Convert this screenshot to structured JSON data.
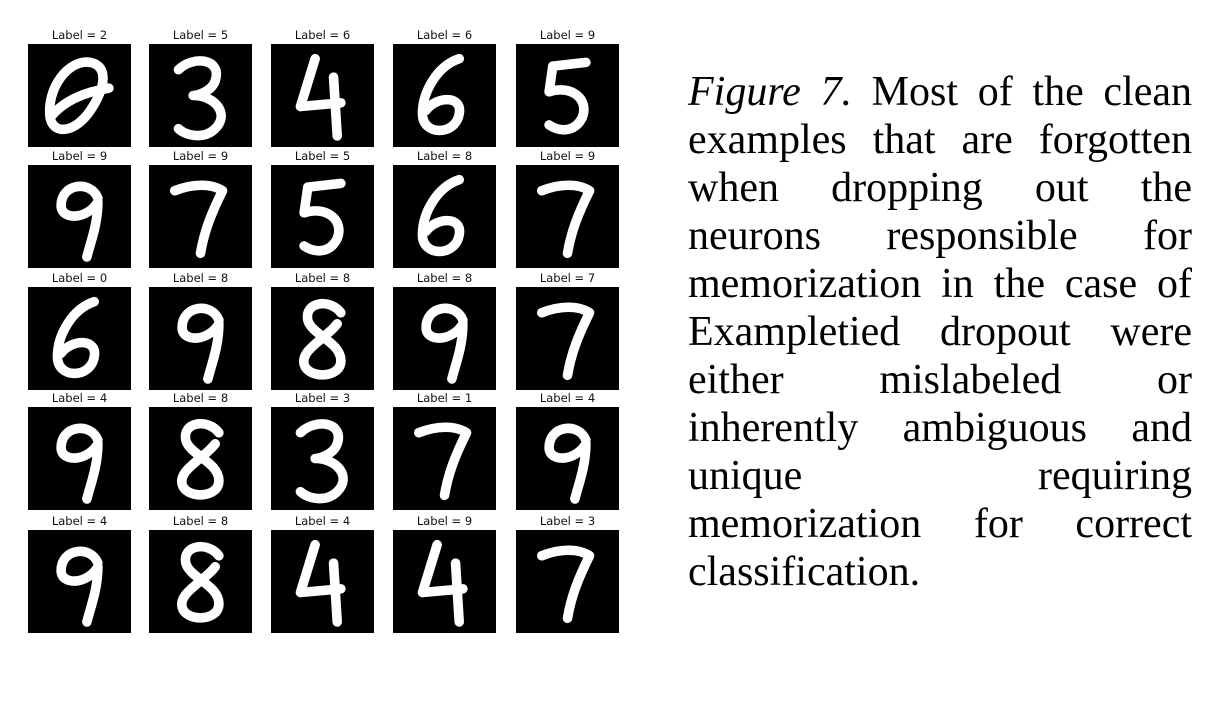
{
  "figure": {
    "panels": [
      {
        "label": "Label = 2",
        "icon": "handwritten-digit-0"
      },
      {
        "label": "Label = 5",
        "icon": "handwritten-digit-3"
      },
      {
        "label": "Label = 6",
        "icon": "handwritten-digit-4"
      },
      {
        "label": "Label = 6",
        "icon": "handwritten-digit-6"
      },
      {
        "label": "Label = 9",
        "icon": "handwritten-digit-5"
      },
      {
        "label": "Label = 9",
        "icon": "handwritten-digit-9"
      },
      {
        "label": "Label = 9",
        "icon": "handwritten-digit-7"
      },
      {
        "label": "Label = 5",
        "icon": "handwritten-digit-5"
      },
      {
        "label": "Label = 8",
        "icon": "handwritten-digit-6"
      },
      {
        "label": "Label = 9",
        "icon": "handwritten-digit-7"
      },
      {
        "label": "Label = 0",
        "icon": "handwritten-digit-6"
      },
      {
        "label": "Label = 8",
        "icon": "handwritten-digit-9"
      },
      {
        "label": "Label = 8",
        "icon": "handwritten-digit-8"
      },
      {
        "label": "Label = 8",
        "icon": "handwritten-digit-9"
      },
      {
        "label": "Label = 7",
        "icon": "handwritten-digit-7"
      },
      {
        "label": "Label = 4",
        "icon": "handwritten-digit-9"
      },
      {
        "label": "Label = 8",
        "icon": "handwritten-digit-8"
      },
      {
        "label": "Label = 3",
        "icon": "handwritten-digit-3"
      },
      {
        "label": "Label = 1",
        "icon": "handwritten-digit-7"
      },
      {
        "label": "Label = 4",
        "icon": "handwritten-digit-9"
      },
      {
        "label": "Label = 4",
        "icon": "handwritten-digit-9"
      },
      {
        "label": "Label = 8",
        "icon": "handwritten-digit-8"
      },
      {
        "label": "Label = 4",
        "icon": "handwritten-digit-4"
      },
      {
        "label": "Label = 9",
        "icon": "handwritten-digit-4"
      },
      {
        "label": "Label = 3",
        "icon": "handwritten-digit-7"
      }
    ]
  },
  "caption": {
    "figure_number": "Figure 7.",
    "text": "Most of the clean examples that are forgotten when dropping out the neurons responsible for memorization in the case of Exampletied dropout were either mislabeled or inherently ambiguous and unique requiring memorization for correct classification."
  },
  "colors": {
    "background": "#ffffff",
    "digit_background": "#000000",
    "stroke": "#ffffff"
  }
}
